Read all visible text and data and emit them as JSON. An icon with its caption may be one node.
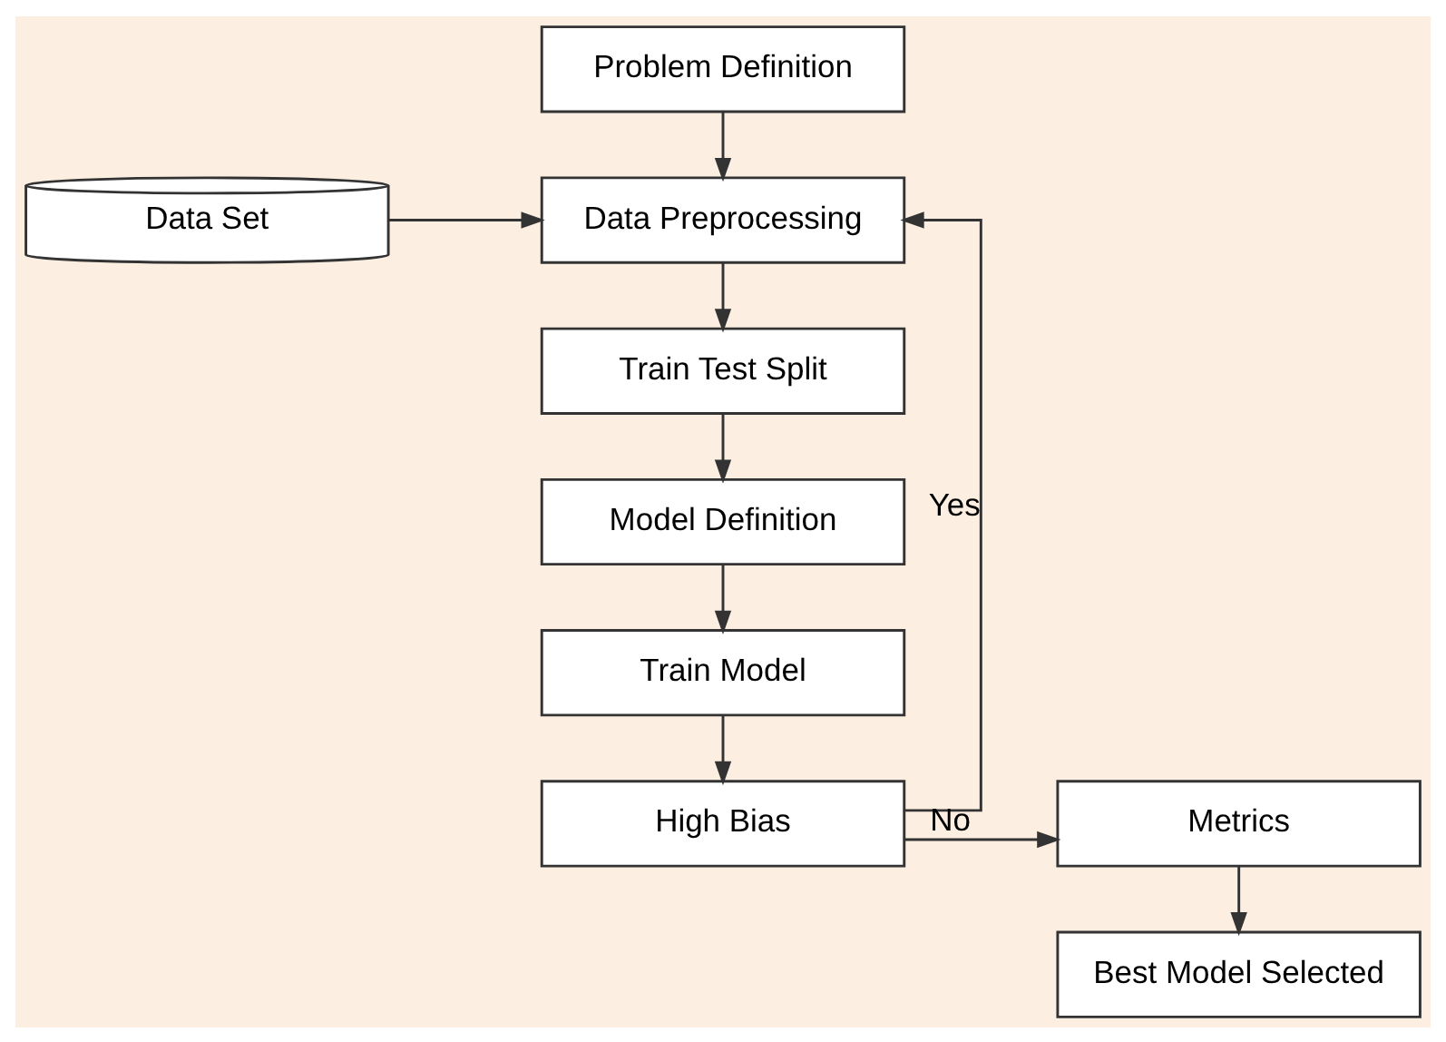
{
  "diagram": {
    "nodes": [
      {
        "text": [
          "Problem Definition"
        ]
      },
      {
        "text": [
          "Data Set"
        ]
      },
      {
        "text": [
          "Data Preprocessing"
        ]
      },
      {
        "text": [
          "Train Test Split"
        ]
      },
      {
        "text": [
          "Model Definition"
        ]
      },
      {
        "text": [
          "Train Model"
        ]
      },
      {
        "text": [
          "High Bias"
        ]
      },
      {
        "text": [
          "Metrics"
        ]
      },
      {
        "text": [
          "Best Model Selected"
        ]
      }
    ],
    "edges": [
      {
        "from": 0,
        "to": 2,
        "arrow": "to"
      },
      {
        "from": 1,
        "to": 2,
        "arrow": "to"
      },
      {
        "from": 2,
        "to": 3,
        "arrow": "to"
      },
      {
        "from": 3,
        "to": 4,
        "arrow": "to"
      },
      {
        "from": 4,
        "to": 5,
        "arrow": "to"
      },
      {
        "from": 5,
        "to": 6,
        "arrow": "to"
      },
      {
        "from": 6,
        "to": 2,
        "arrow": "to",
        "label": "Yes"
      },
      {
        "from": 6,
        "to": 7,
        "arrow": "to",
        "label": "No"
      },
      {
        "from": 7,
        "to": 8,
        "arrow": "to"
      }
    ]
  }
}
